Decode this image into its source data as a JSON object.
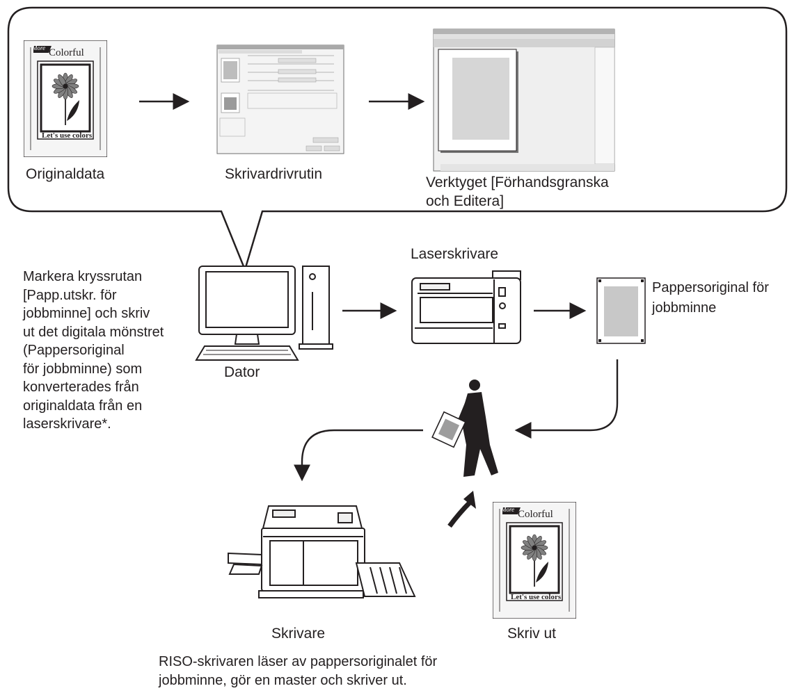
{
  "top_panel": {
    "original_label": "Originaldata",
    "driver_label": "Skrivardrivrutin",
    "tool_label_lines": [
      "Verktyget [Förhandsgranska",
      "och Editera]"
    ]
  },
  "artwork": {
    "corner_text": "More",
    "title": "Colorful",
    "caption": "Let's use colors"
  },
  "left_note_lines": [
    "Markera kryssrutan",
    "[Papp.utskr. för",
    "jobbminne] och skriv",
    "ut det digitala mönstret",
    "(Pappersoriginal",
    "för jobbminne) som",
    "konverterades från",
    "originaldata från en",
    "laserskrivare*."
  ],
  "computer_label": "Dator",
  "laser_printer_label": "Laserskrivare",
  "paper_original_lines": [
    "Pappersoriginal för",
    "jobbminne"
  ],
  "printer_label": "Skrivare",
  "print_label": "Skriv ut",
  "bottom_note_lines": [
    "RISO-skrivaren läser av pappersoriginalet för",
    "jobbminne, gör en master och skriver ut."
  ],
  "colors": {
    "line": "#231f20",
    "gray": "#808080",
    "light_gray": "#c8c8c8",
    "paper": "#f5f5f5"
  }
}
